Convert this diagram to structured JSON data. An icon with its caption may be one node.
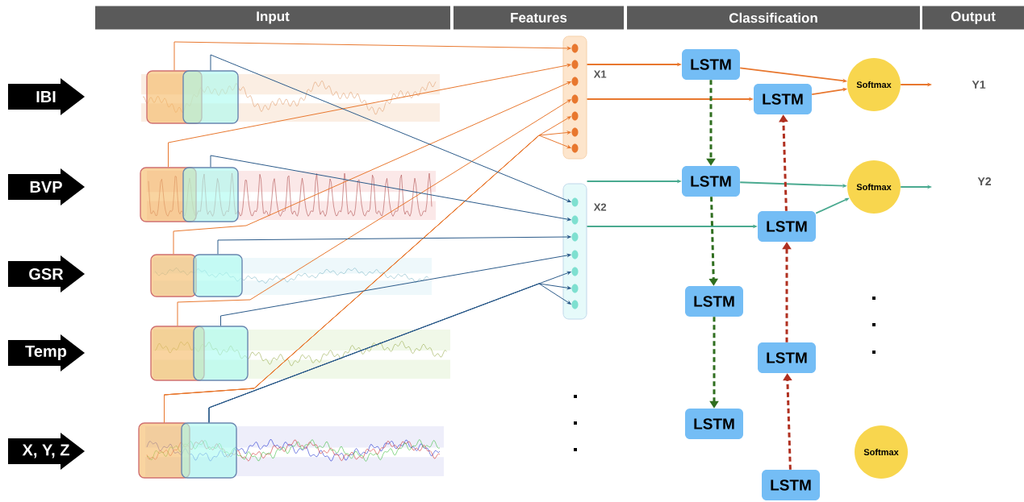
{
  "diagram": {
    "nodes": [
      {
        "text": [
          "Input"
        ]
      },
      {
        "text": [
          "Features"
        ]
      },
      {
        "text": [
          "Classification"
        ]
      },
      {
        "text": [
          "Output"
        ]
      },
      {
        "text": [
          "IBI"
        ]
      },
      {
        "text": [
          "BVP"
        ]
      },
      {
        "text": [
          "GSR"
        ]
      },
      {
        "text": [
          "Temp"
        ]
      },
      {
        "text": [
          "X, Y, Z"
        ]
      },
      {
        "text": [],
        "shape": "picture"
      },
      {
        "text": [],
        "shape": "box",
        "in": 9
      },
      {
        "text": [],
        "shape": "box",
        "in": 9
      },
      {
        "text": [],
        "shape": "picture"
      },
      {
        "text": [],
        "shape": "box",
        "in": 12
      },
      {
        "text": [],
        "shape": "box",
        "in": 12
      },
      {
        "text": [],
        "shape": "picture"
      },
      {
        "text": [],
        "shape": "box",
        "in": 15
      },
      {
        "text": [],
        "shape": "box",
        "in": 15
      },
      {
        "text": [],
        "shape": "picture"
      },
      {
        "text": [],
        "shape": "box",
        "in": 18
      },
      {
        "text": [],
        "shape": "box",
        "in": 18
      },
      {
        "text": [],
        "shape": "picture"
      },
      {
        "text": [],
        "shape": "box",
        "in": 21
      },
      {
        "text": [],
        "shape": "box",
        "in": 21
      },
      {
        "text": [],
        "shape": "box",
        "beside": [
          "X1"
        ]
      },
      {
        "text": [],
        "shape": "circle",
        "in": 24
      },
      {
        "text": [],
        "shape": "circle",
        "in": 24
      },
      {
        "text": [],
        "shape": "circle",
        "in": 24
      },
      {
        "text": [],
        "shape": "circle",
        "in": 24
      },
      {
        "text": [],
        "shape": "circle",
        "in": 24
      },
      {
        "text": [],
        "shape": "circle",
        "in": 24
      },
      {
        "text": [],
        "shape": "circle",
        "in": 24
      },
      {
        "text": [],
        "shape": "box",
        "beside": [
          "X2"
        ]
      },
      {
        "text": [],
        "shape": "circle",
        "in": 32
      },
      {
        "text": [],
        "shape": "circle",
        "in": 32
      },
      {
        "text": [],
        "shape": "circle",
        "in": 32
      },
      {
        "text": [],
        "shape": "circle",
        "in": 32
      },
      {
        "text": [],
        "shape": "circle",
        "in": 32
      },
      {
        "text": [],
        "shape": "circle",
        "in": 32
      },
      {
        "text": [],
        "shape": "circle",
        "in": 32
      },
      {
        "text": [
          "LSTM"
        ]
      },
      {
        "text": [
          "LSTM"
        ]
      },
      {
        "text": [
          "LSTM"
        ]
      },
      {
        "text": [
          "LSTM"
        ]
      },
      {
        "text": [
          "LSTM"
        ]
      },
      {
        "text": [
          "LSTM"
        ]
      },
      {
        "text": [
          "LSTM"
        ]
      },
      {
        "text": [
          "LSTM"
        ]
      },
      {
        "text": [
          "Softmax"
        ]
      },
      {
        "text": [
          "Softmax"
        ]
      },
      {
        "text": [
          "Softmax"
        ]
      }
    ],
    "labels": [
      "Y1",
      "Y2"
    ],
    "edges": [
      {
        "from": 10,
        "to": 25,
        "arrow": "to",
        "color": "#e8772e"
      },
      {
        "from": 13,
        "to": 26,
        "arrow": "to",
        "color": "#e8772e"
      },
      {
        "from": 16,
        "to": 27,
        "arrow": "to",
        "color": "#e8772e"
      },
      {
        "from": 19,
        "to": 28,
        "arrow": "to",
        "color": "#e8772e"
      },
      {
        "from": 22,
        "to": 29,
        "arrow": "to",
        "color": "#e8772e"
      },
      {
        "from": 22,
        "to": 30,
        "arrow": "to",
        "color": "#e8772e"
      },
      {
        "from": 22,
        "to": 31,
        "arrow": "to",
        "color": "#e8772e"
      },
      {
        "from": 11,
        "to": 33,
        "arrow": "to",
        "color": "#2b5a8a"
      },
      {
        "from": 14,
        "to": 34,
        "arrow": "to",
        "color": "#2b5a8a"
      },
      {
        "from": 17,
        "to": 35,
        "arrow": "to",
        "color": "#2b5a8a"
      },
      {
        "from": 20,
        "to": 36,
        "arrow": "to",
        "color": "#2b5a8a"
      },
      {
        "from": 23,
        "to": 37,
        "arrow": "to",
        "color": "#2b5a8a"
      },
      {
        "from": 23,
        "to": 38,
        "arrow": "to",
        "color": "#2b5a8a"
      },
      {
        "from": 23,
        "to": 39,
        "arrow": "to",
        "color": "#2b5a8a"
      },
      {
        "from": 24,
        "to": 40,
        "arrow": "to",
        "color": "#e8772e"
      },
      {
        "from": 24,
        "to": 41,
        "arrow": "to",
        "color": "#e8772e"
      },
      {
        "from": 40,
        "to": 48,
        "arrow": "to",
        "color": "#e8772e"
      },
      {
        "from": 41,
        "to": 48,
        "arrow": "to",
        "color": "#e8772e"
      },
      {
        "from": 48,
        "to": null,
        "arrow": "to",
        "color": "#e8772e"
      },
      {
        "from": 32,
        "to": 42,
        "arrow": "to",
        "color": "#4aaa90"
      },
      {
        "from": 32,
        "to": 43,
        "arrow": "to",
        "color": "#4aaa90"
      },
      {
        "from": 42,
        "to": 49,
        "arrow": "to",
        "color": "#4aaa90"
      },
      {
        "from": 43,
        "to": 49,
        "arrow": "to",
        "color": "#4aaa90"
      },
      {
        "from": 49,
        "to": null,
        "arrow": "to",
        "color": "#4aaa90"
      },
      {
        "from": 40,
        "to": 42,
        "arrow": "to",
        "style": "dashed",
        "color": "#2f6e1f"
      },
      {
        "from": 42,
        "to": 44,
        "arrow": "to",
        "style": "dashed",
        "color": "#2f6e1f"
      },
      {
        "from": 44,
        "to": 46,
        "arrow": "to",
        "style": "dashed",
        "color": "#2f6e1f"
      },
      {
        "from": 47,
        "to": 45,
        "arrow": "to",
        "style": "dashed",
        "color": "#b03020"
      },
      {
        "from": 45,
        "to": 43,
        "arrow": "to",
        "style": "dashed",
        "color": "#b03020"
      },
      {
        "from": 43,
        "to": 41,
        "arrow": "to",
        "style": "dashed",
        "color": "#b03020"
      }
    ]
  }
}
